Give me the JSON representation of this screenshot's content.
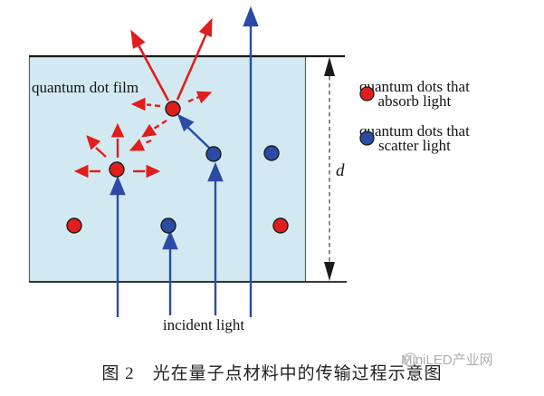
{
  "colors": {
    "red": "#e11d1d",
    "blue": "#2c4ba6",
    "film_fill": "#d3e9f1",
    "film_border": "#53636b",
    "edge_black": "#1a1a1a",
    "dot_outline": "#1c1c1c",
    "dash_gray": "#77766e",
    "watermark_gray": "#9b9b9b",
    "watermark_icon": "#b5b5b5"
  },
  "film_label": "quantum dot film",
  "incident_light_label": "incident light",
  "dimension_label": "d",
  "legend": {
    "items": [
      {
        "dot": "red-quantum-dot",
        "line1": "quantum dots that",
        "line2": "absorb light"
      },
      {
        "dot": "blue-quantum-dot",
        "line1": "quantum dots that",
        "line2": "scatter light"
      }
    ]
  },
  "caption": {
    "prefix": "图 2",
    "title": "光在量子点材料中的传输过程示意图"
  },
  "watermark": {
    "text": "MiniLED产业网"
  }
}
